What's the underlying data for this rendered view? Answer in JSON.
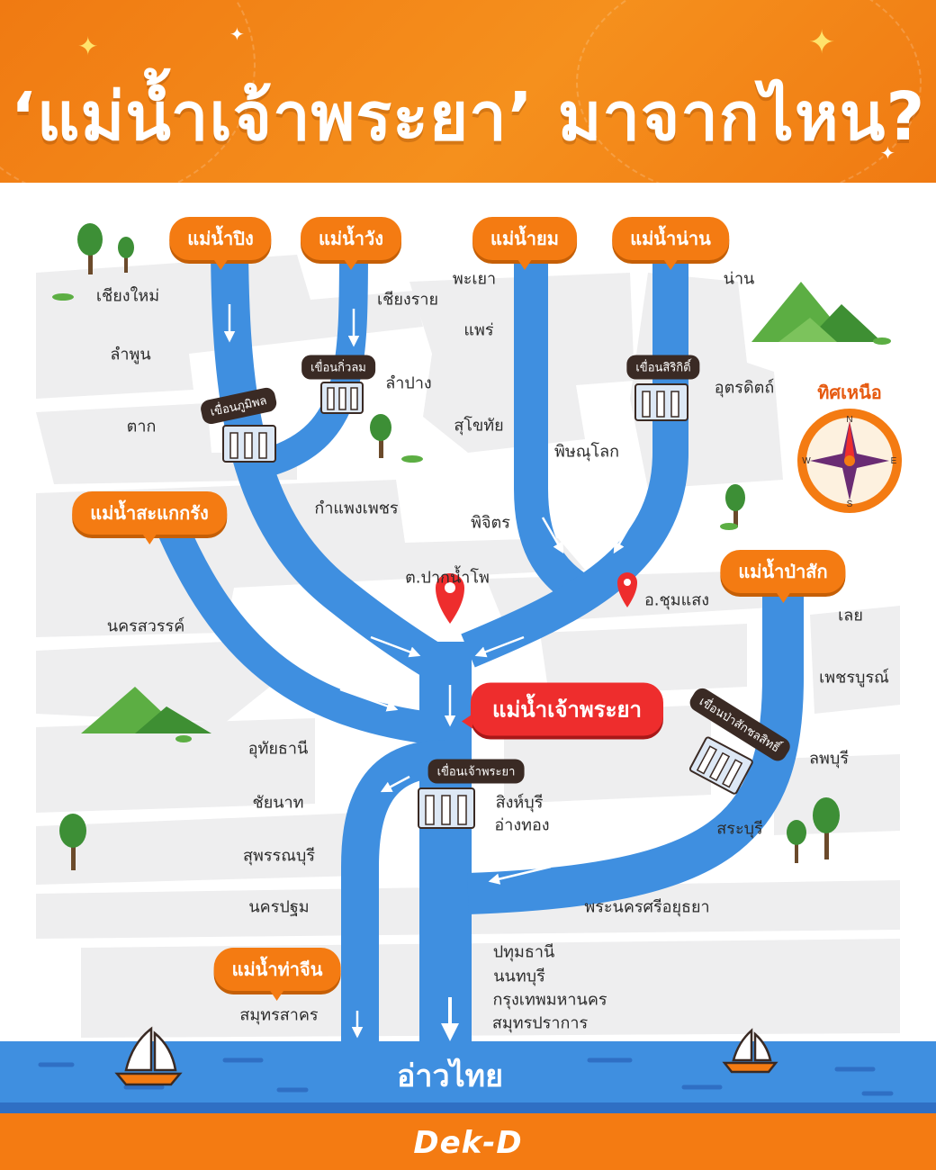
{
  "title": "‘แม่น้ำเจ้าพระยา’ มาจากไหน?",
  "rivers": {
    "ping": "แม่น้ำปิง",
    "wang": "แม่น้ำวัง",
    "yom": "แม่น้ำยม",
    "nan": "แม่น้ำน่าน",
    "sakae_krang": "แม่น้ำสะแกกรัง",
    "pa_sak": "แม่น้ำป่าสัก",
    "chao_phraya": "แม่น้ำเจ้าพระยา",
    "tha_chin": "แม่น้ำท่าจีน"
  },
  "dams": {
    "bhumibol": "เขื่อนภูมิพล",
    "kiw_lom": "เขื่อนกิ่วลม",
    "sirikit": "เขื่อนสิริกิติ์",
    "chao_phraya": "เขื่อนเจ้าพระยา",
    "pa_sak_jolasid": "เขื่อนป่าสักชลสิทธิ์"
  },
  "provinces": {
    "chiang_mai": "เชียงใหม่",
    "chiang_rai": "เชียงราย",
    "phayao": "พะเยา",
    "nan": "น่าน",
    "phrae": "แพร่",
    "lamphun": "ลำพูน",
    "lampang": "ลำปาง",
    "uttaradit": "อุตรดิตถ์",
    "tak": "ตาก",
    "sukhothai": "สุโขทัย",
    "phitsanulok": "พิษณุโลก",
    "kamphaeng_phet": "กำแพงเพชร",
    "phichit": "พิจิตร",
    "pak_nam_pho": "ต.ปากน้ำโพ",
    "chum_saeng": "อ.ชุมแสง",
    "loei": "เลย",
    "nakhon_sawan": "นครสวรรค์",
    "phetchabun": "เพชรบูรณ์",
    "uthai_thani": "อุทัยธานี",
    "lopburi": "ลพบุรี",
    "chai_nat": "ชัยนาท",
    "sing_buri": "สิงห์บุรี",
    "ang_thong": "อ่างทอง",
    "saraburi": "สระบุรี",
    "suphan_buri": "สุพรรณบุรี",
    "nakhon_pathom": "นครปฐม",
    "ayutthaya": "พระนครศรีอยุธยา",
    "pathum_thani": "ปทุมธานี",
    "nonthaburi": "นนทบุรี",
    "bangkok": "กรุงเทพมหานคร",
    "samut_prakan": "สมุทรปราการ",
    "samut_sakhon": "สมุทรสาคร"
  },
  "gulf": "อ่าวไทย",
  "north_label": "ทิศเหนือ",
  "compass": {
    "n": "N",
    "s": "S",
    "e": "E",
    "w": "W"
  },
  "logo": "Dek-D",
  "colors": {
    "orange": "#f47b12",
    "river": "#3f8fe0",
    "river_dark": "#2f6fc4",
    "land": "#eeeeef",
    "red": "#ee2d2d",
    "tree": "#3d8f36",
    "mountain": "#4ea43a"
  }
}
